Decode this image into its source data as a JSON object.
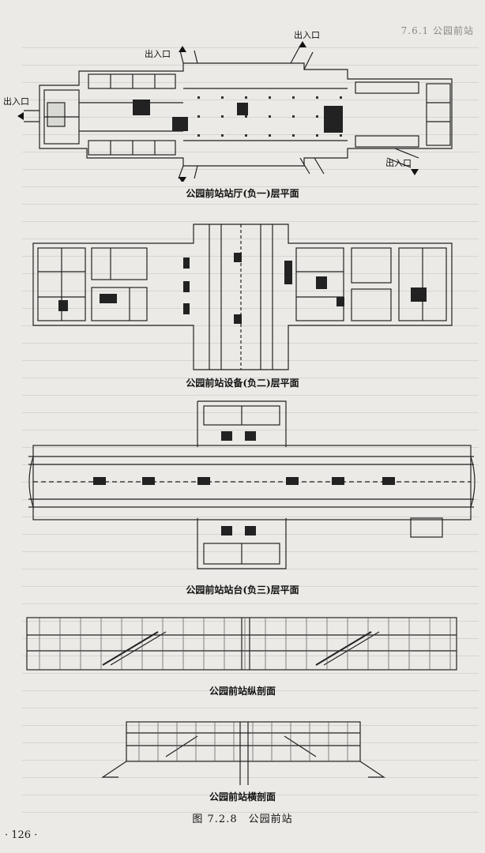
{
  "header_tag": "7.6.1 公园前站",
  "page_number": "· 126 ·",
  "figure_caption": "图 7.2.8　公园前站",
  "plans": [
    {
      "caption": "公园前站站厅(负一)层平面",
      "entrance_labels": [
        "出入口",
        "出入口",
        "出入口",
        "出入口"
      ]
    },
    {
      "caption": "公园前站设备(负二)层平面"
    },
    {
      "caption": "公园前站站台(负三)层平面"
    },
    {
      "caption": "公园前站纵剖面"
    },
    {
      "caption": "公园前站横剖面"
    }
  ]
}
